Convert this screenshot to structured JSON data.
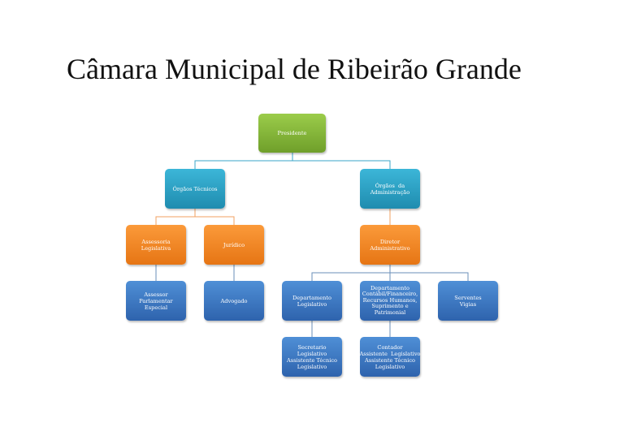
{
  "title": "Câmara Municipal de Ribeirão Grande",
  "nodes": {
    "presidente": [
      "Presidente"
    ],
    "orgaos_tecnicos": [
      "Órgãos Técnicos"
    ],
    "orgaos_administracao": [
      "Órgãos  da",
      "Administração"
    ],
    "assessoria_legislativa": [
      "Assessoria Legislativa"
    ],
    "juridico": [
      "Jurídico"
    ],
    "diretor_administrativo": [
      "Diretor Administrativo"
    ],
    "assessor_parlamentar": [
      "Assessor Parlamentar",
      "Especial"
    ],
    "advogado": [
      "Advogado"
    ],
    "departamento_legislativo": [
      "Departamento",
      "Legislativo"
    ],
    "departamento_contabil": [
      "Departamento",
      "Contábil/Financeiro,",
      "Recursos Humanos,",
      "Suprimento e",
      "Patrimonial"
    ],
    "serventes": [
      "Serventes",
      "Vigias"
    ],
    "secretario_legislativo": [
      "Secretario Legislativo",
      "Assistente Técnico",
      "Legislativo"
    ],
    "contador": [
      "Contador",
      "Assistente  Legislativo",
      "Assistente Técnico",
      "Legislativo"
    ]
  },
  "colors": {
    "level1": "#7fb236",
    "level2": "#2aa0c4",
    "level3": "#f28a24",
    "level4": "#3b78c4",
    "connector_teal": "#3aa6c8",
    "connector_orange": "#f0a060",
    "connector_blue": "#6a8fb8"
  }
}
